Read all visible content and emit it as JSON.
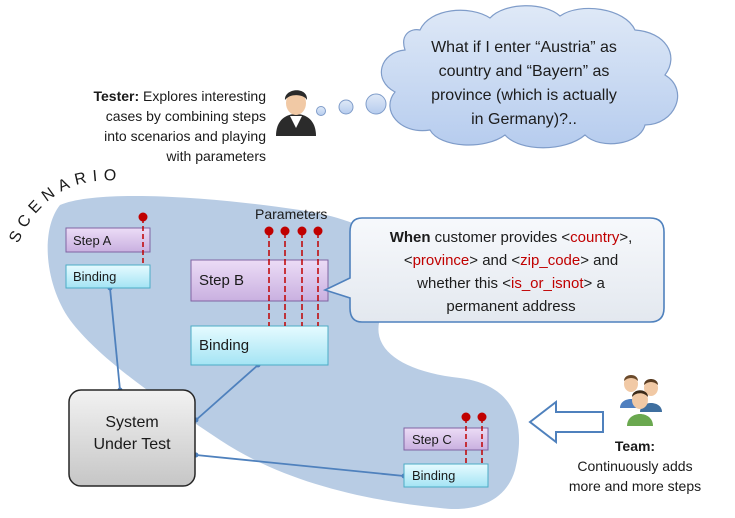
{
  "tester": {
    "title": "Tester:",
    "description_line1": " Explores interesting",
    "description_line2": "cases by combining steps",
    "description_line3": "into scenarios and playing",
    "description_line4": "with parameters"
  },
  "thought": {
    "line1": "What if I enter “Austria” as",
    "line2": "country and “Bayern” as",
    "line3": "province (which is actually",
    "line4": "in Germany)?.."
  },
  "scenario_label": "SCENARIO",
  "parameters_label": "Parameters",
  "when_callout": {
    "keyword": "When",
    "t1": " customer provides <",
    "p1": "country",
    "t2": ">,",
    "t3": "<",
    "p2": "province",
    "t4": "> and <",
    "p3": "zip_code",
    "t5": "> and",
    "t6": "whether this <",
    "p4": "is_or_isnot",
    "t7": "> a",
    "t8": "permanent address"
  },
  "step_a": {
    "label": "Step A",
    "binding": "Binding"
  },
  "step_b": {
    "label": "Step B",
    "binding": "Binding"
  },
  "step_c": {
    "label": "Step C",
    "binding": "Binding"
  },
  "sut": {
    "line1": "System",
    "line2": "Under Test"
  },
  "team": {
    "title": "Team:",
    "line1": "Continuously adds",
    "line2": "more and more steps"
  },
  "colors": {
    "scenario_fill": "#b8cce4",
    "step_fill_top": "#ecdcf6",
    "step_fill_bottom": "#c9b0e0",
    "binding_fill_top": "#e6fbff",
    "binding_fill_bottom": "#a4e4f4",
    "param_red": "#c00000",
    "connector_blue": "#4f81bd"
  }
}
